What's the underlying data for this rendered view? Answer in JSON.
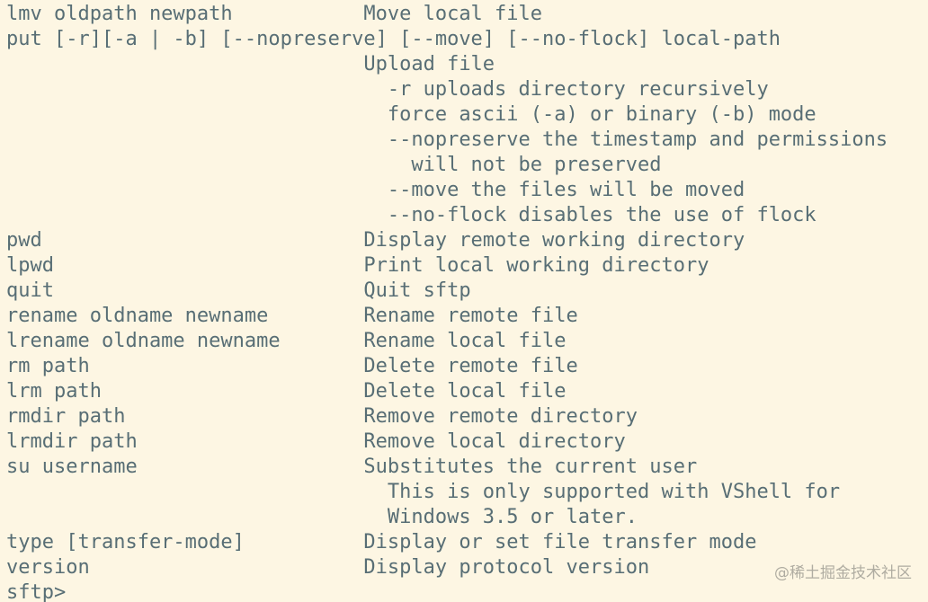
{
  "lines": [
    "lmv oldpath newpath           Move local file",
    "put [-r][-a | -b] [--nopreserve] [--move] [--no-flock] local-path",
    "                              Upload file",
    "                                -r uploads directory recursively",
    "                                force ascii (-a) or binary (-b) mode",
    "                                --nopreserve the timestamp and permissions",
    "                                  will not be preserved",
    "                                --move the files will be moved",
    "                                --no-flock disables the use of flock",
    "pwd                           Display remote working directory",
    "lpwd                          Print local working directory",
    "quit                          Quit sftp",
    "rename oldname newname        Rename remote file",
    "lrename oldname newname       Rename local file",
    "rm path                       Delete remote file",
    "lrm path                      Delete local file",
    "rmdir path                    Remove remote directory",
    "lrmdir path                   Remove local directory",
    "su username                   Substitutes the current user",
    "                                This is only supported with VShell for",
    "                                Windows 3.5 or later.",
    "type [transfer-mode]          Display or set file transfer mode",
    "version                       Display protocol version",
    "sftp>"
  ],
  "watermark": "@稀土掘金技术社区"
}
